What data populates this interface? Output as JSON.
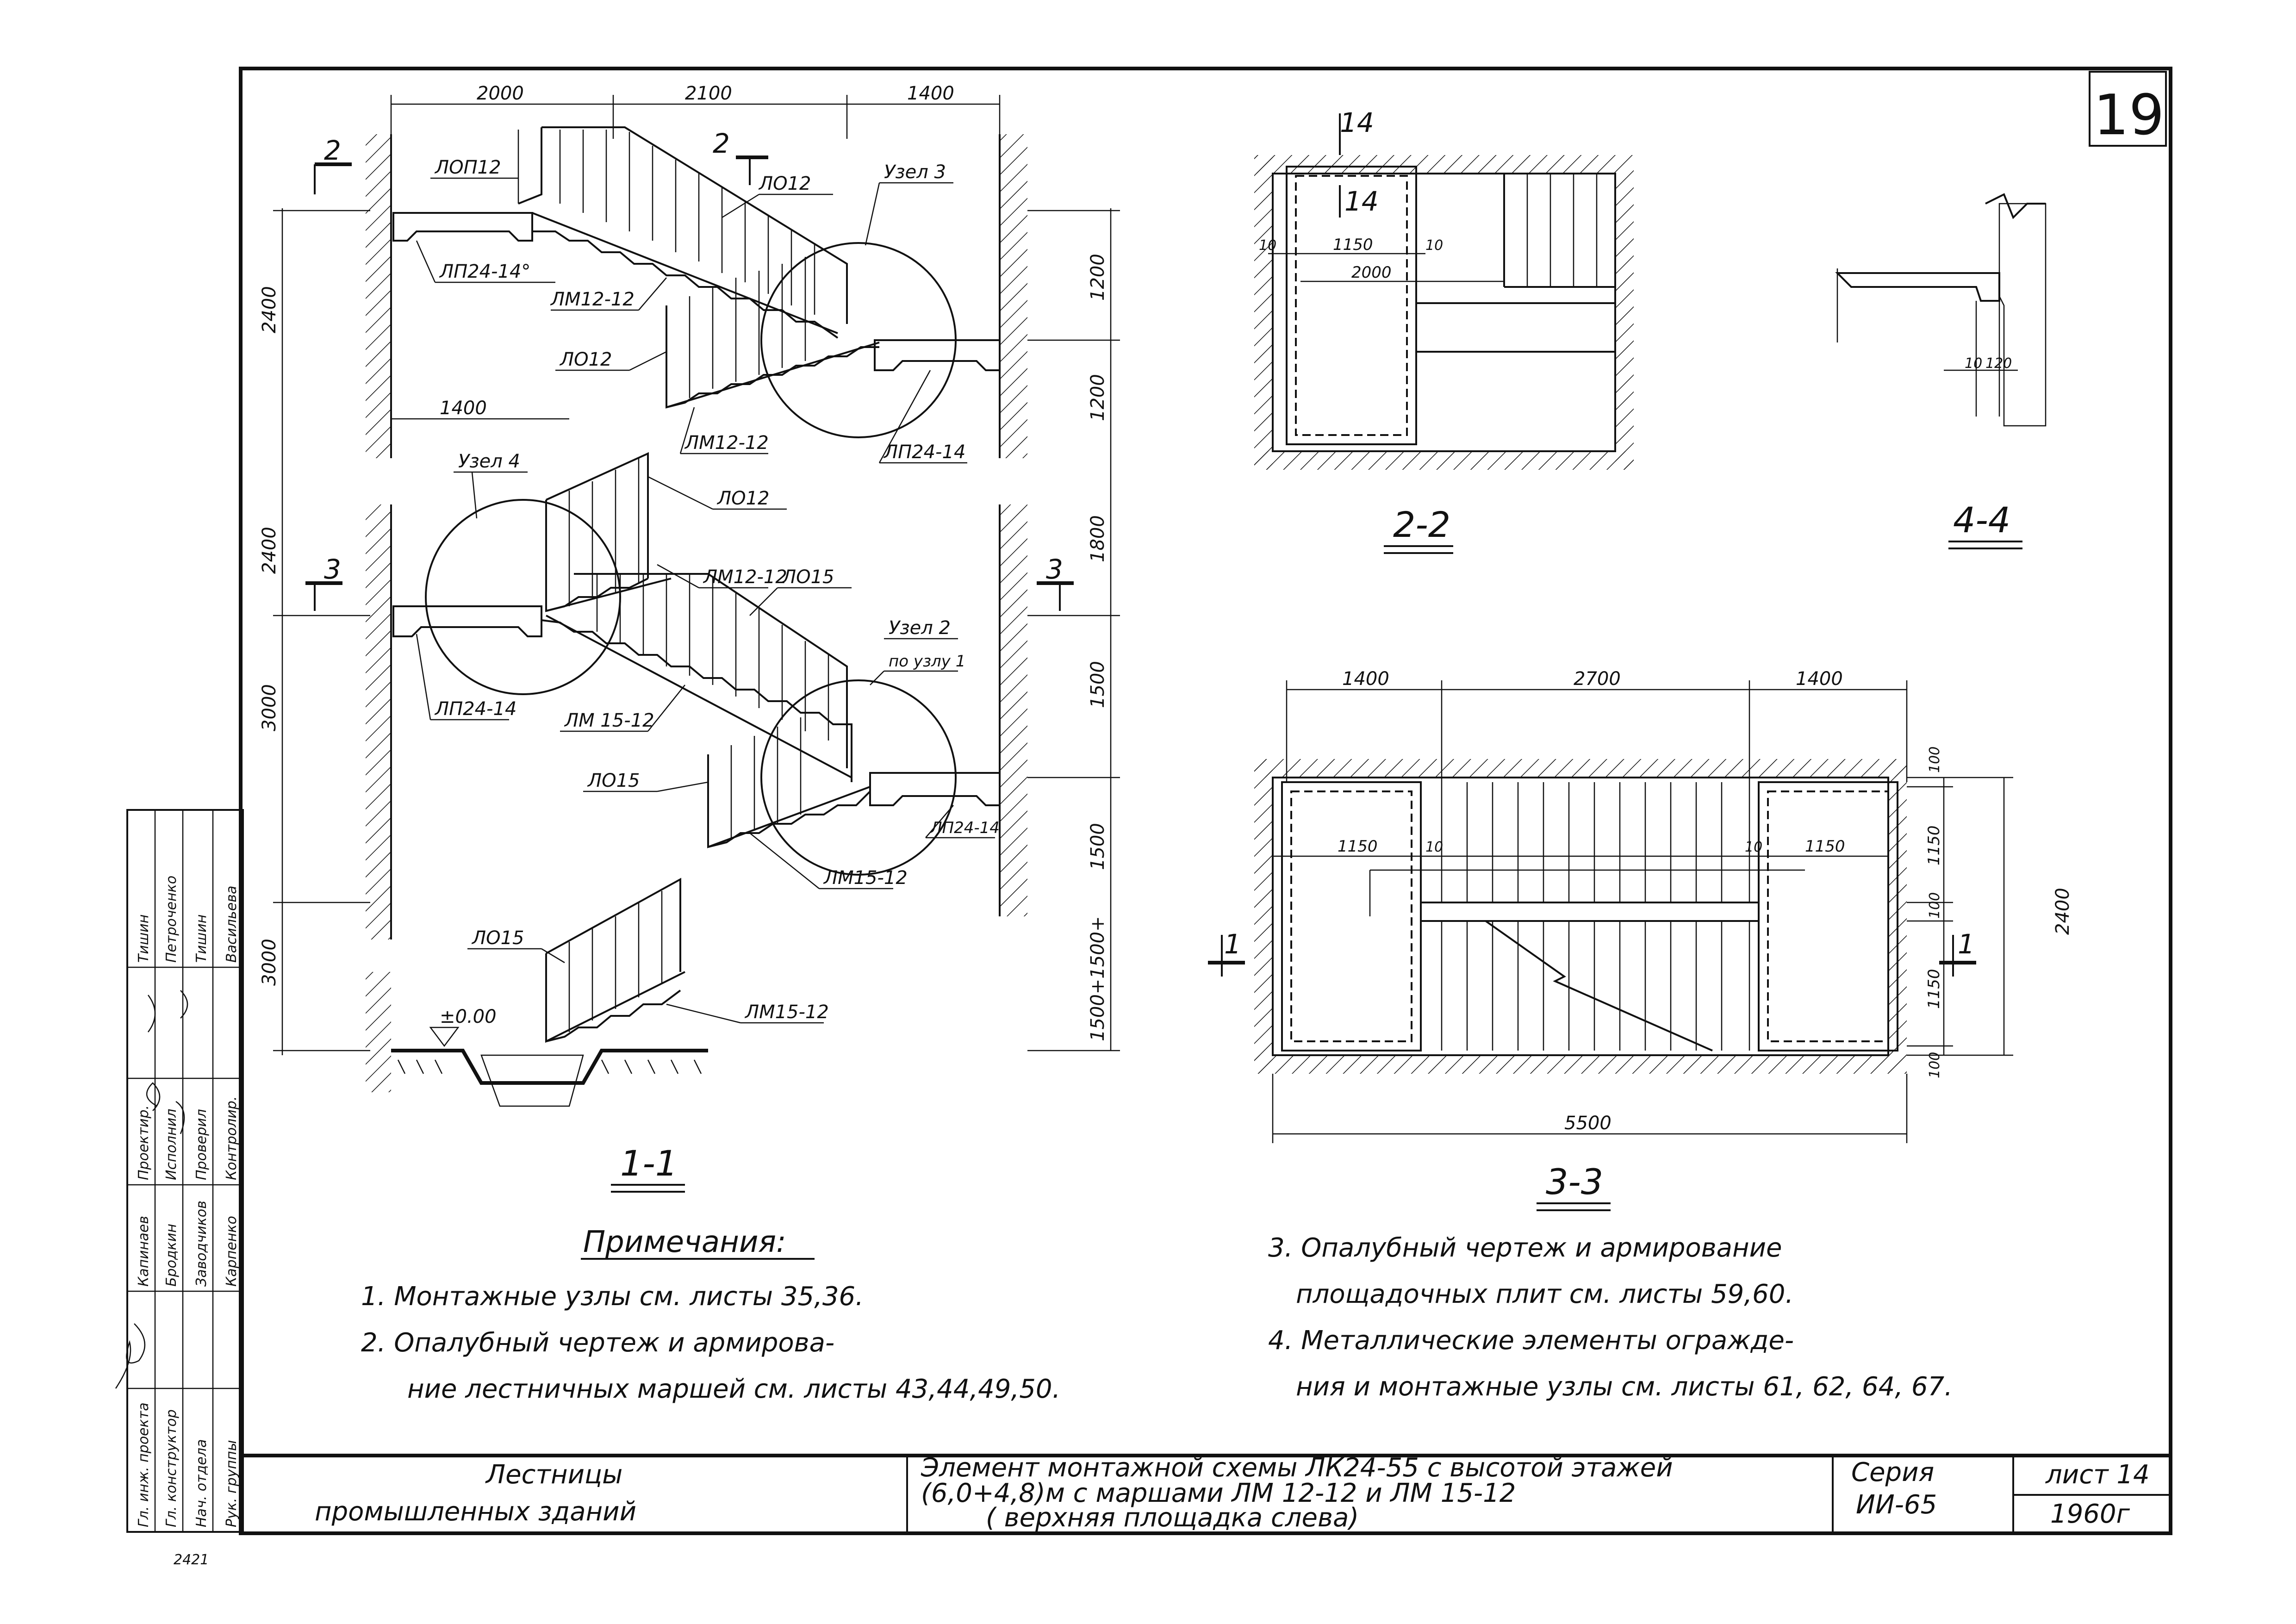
{
  "sheet": {
    "number": "19",
    "bottom_left_code": "2421"
  },
  "section_1_1": {
    "title": "1-1",
    "dims_top": [
      "2000",
      "2100",
      "1400"
    ],
    "dim_left_mid": "1400",
    "dims_left": [
      "2400",
      "2400",
      "3000",
      "3000"
    ],
    "dims_right": [
      "1200",
      "1200",
      "1800",
      "1500",
      "1500",
      "1500+1500+"
    ],
    "elevation": "±0.00",
    "cut_marks": [
      "2",
      "2",
      "3",
      "3"
    ],
    "labels": {
      "lo12_rail": "ЛОП12",
      "lo12_a": "ЛО12",
      "lo12_b": "ЛО12",
      "lo12_c": "ЛО12",
      "lo15_a": "ЛО15",
      "lo15_b": "ЛО15",
      "lo15_c": "ЛО15",
      "lp24_14o": "ЛП24-14°",
      "lp24_14_a": "ЛП24-14",
      "lp24_14_b": "ЛП24-14",
      "lp24_14_c": "ЛП24-14",
      "lm12_12_a": "ЛМ12-12",
      "lm12_12_b": "ЛМ12-12",
      "lm12_12_c": "ЛМ12-12",
      "lm15_12_a": "ЛМ 15-12",
      "lm15_12_b": "ЛМ15-12",
      "lm15_12_c": "ЛМ15-12",
      "node3": "Узел 3",
      "node4": "Узел 4",
      "node2": "Узел 2",
      "node2_sub": "по узлу 1"
    }
  },
  "section_2_2": {
    "title": "2-2",
    "cut": "14",
    "cut_inner": "14",
    "dims": [
      "1150",
      "2000"
    ],
    "small": [
      "10",
      "10"
    ]
  },
  "section_4_4": {
    "title": "4-4",
    "small": [
      "10",
      "120"
    ]
  },
  "section_3_3": {
    "title": "3-3",
    "dims_top": [
      "1400",
      "2700",
      "1400"
    ],
    "dim_bottom": "5500",
    "dim_right_total": "2400",
    "dims_right": [
      "100",
      "1150",
      "100",
      "1150",
      "100"
    ],
    "inner": [
      "1150",
      "10",
      "10",
      "1150"
    ],
    "cut_marks": [
      "1",
      "1"
    ]
  },
  "notes": {
    "heading": "Примечания:",
    "items": [
      "1. Монтажные узлы см. листы 35,36.",
      "2. Опалубный чертеж и армирова-",
      "ние лестничных маршей см. листы 43,44,49,50.",
      "3. Опалубный чертеж и армирование",
      "площадочных плит см. листы 59,60.",
      "4. Металлические элементы огражде-",
      "ния и монтажные узлы см. листы 61, 62, 64, 67."
    ]
  },
  "title_block": {
    "object_line1": "Лестницы",
    "object_line2": "промышленных зданий",
    "desc_line1": "Элемент монтажной схемы ЛК24-55 с высотой этажей",
    "desc_line2": "(6,0+4,8)м с маршами ЛМ 12-12 и ЛМ 15-12",
    "desc_line3": "( верхняя площадка слева)",
    "series_label": "Серия",
    "series_value": "ИИ-65",
    "sheet_label": "лист 14",
    "year": "1960г"
  },
  "stamp": {
    "roles": [
      "Гл. инж. проекта",
      "Гл. конструктор",
      "Нач. отдела",
      "Рук. группы"
    ],
    "positions": [
      "Проектир.",
      "Исполнил",
      "Проверил",
      "Контролир."
    ],
    "names_a": [
      "Капинаев",
      "Бродкин",
      "Заводчиков",
      "Карпенко"
    ],
    "names_b": [
      "Тишин",
      "Петроченко",
      "Тишин",
      "Васильева"
    ]
  }
}
